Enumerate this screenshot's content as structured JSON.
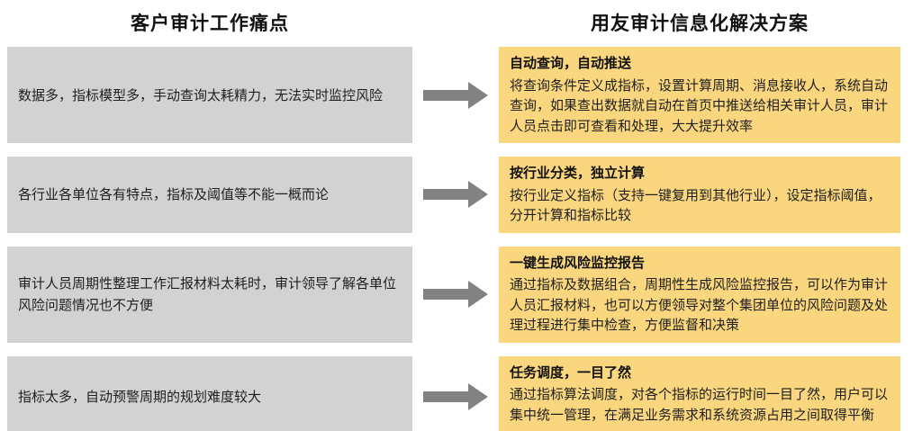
{
  "header": {
    "left_title": "客户审计工作痛点",
    "right_title": "用友审计信息化解决方案"
  },
  "colors": {
    "pain_box_bg": "#d2d2d2",
    "solution_box_bg": "#fad77e",
    "arrow": "#828282",
    "text": "#1f1f1f"
  },
  "rows": [
    {
      "pain": "数据多，指标模型多，手动查询太耗精力，无法实时监控风险",
      "solution_title": "自动查询，自动推送",
      "solution_body": "将查询条件定义成指标，设置计算周期、消息接收人，系统自动查询，如果查出数据就自动在首页中推送给相关审计人员，审计人员点击即可查看和处理，大大提升效率"
    },
    {
      "pain": "各行业各单位各有特点，指标及阈值等不能一概而论",
      "solution_title": "按行业分类，独立计算",
      "solution_body": "按行业定义指标（支持一键复用到其他行业），设定指标阈值，分开计算和指标比较"
    },
    {
      "pain": "审计人员周期性整理工作汇报材料太耗时，审计领导了解各单位风险问题情况也不方便",
      "solution_title": "一键生成风险监控报告",
      "solution_body": "通过指标及数据组合，周期性生成风险监控报告，可以作为审计人员汇报材料，也可以方便领导对整个集团单位的风险问题及处理过程进行集中检查，方便监督和决策"
    },
    {
      "pain": "指标太多，自动预警周期的规划难度较大",
      "solution_title": "任务调度，一目了然",
      "solution_body": "通过指标算法调度，对各个指标的运行时间一目了然，用户可以集中统一管理，在满足业务需求和系统资源占用之间取得平衡"
    }
  ]
}
